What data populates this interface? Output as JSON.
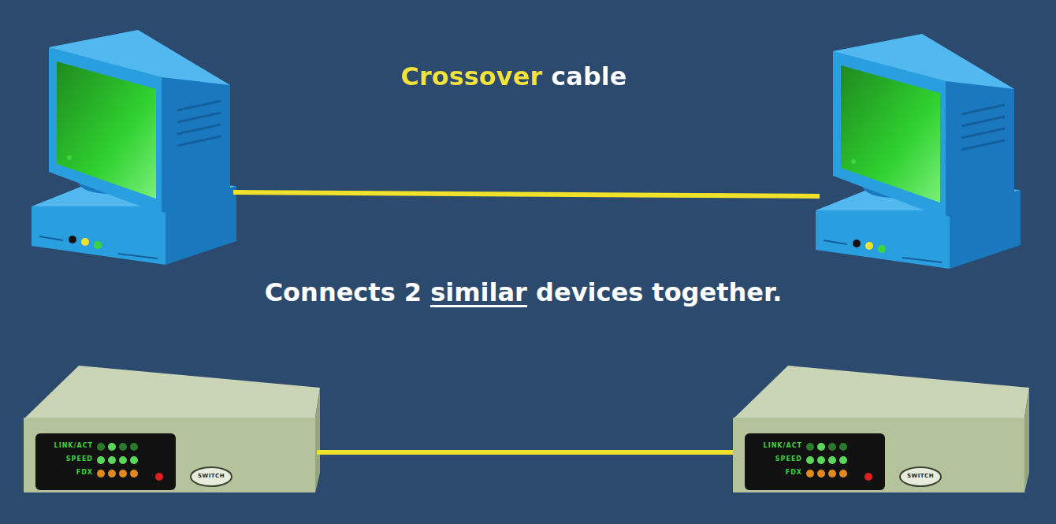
{
  "diagram": {
    "title": "Crossover cable",
    "caption": "Connects 2 similar devices together.",
    "nodes": [
      {
        "text": [
          "LINK/ACT",
          "SPEED",
          "FDX",
          "SWITCH"
        ]
      },
      {
        "text": [
          "LINK/ACT",
          "SPEED",
          "FDX",
          "SWITCH"
        ]
      }
    ],
    "edges": [
      {
        "from": 0,
        "to": 1,
        "arrow": "none"
      }
    ]
  }
}
